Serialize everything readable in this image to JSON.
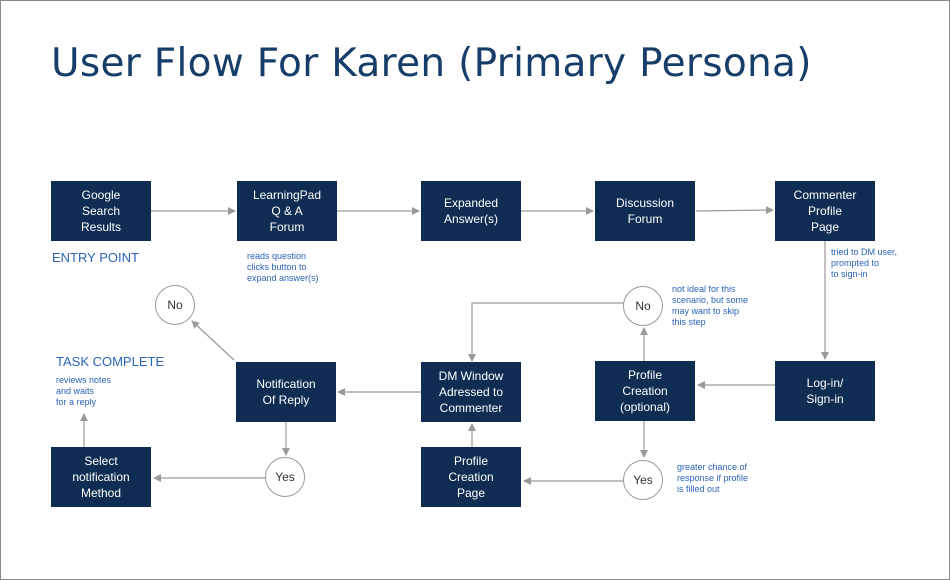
{
  "title": "User Flow For Karen (Primary Persona)",
  "nodes": {
    "google_search": "Google\nSearch\nResults",
    "learningpad_forum": "LearningPad\nQ & A\nForum",
    "expanded_answers": "Expanded\nAnswer(s)",
    "discussion_forum": "Discussion\nForum",
    "commenter_profile": "Commenter\nProfile\nPage",
    "login_signin": "Log-in/\nSign-in",
    "profile_creation_optional": "Profile\nCreation\n(optional)",
    "dm_window": "DM Window\nAdressed to\nCommenter",
    "notification_of_reply": "Notification\nOf Reply",
    "select_notification": "Select\nnotification\nMethod",
    "profile_creation_page": "Profile\nCreation\nPage"
  },
  "decisions": {
    "no_left": "No",
    "no_right": "No",
    "yes_left": "Yes",
    "yes_right": "Yes"
  },
  "markers": {
    "entry_point": "ENTRY POINT",
    "task_complete": "TASK COMPLETE"
  },
  "notes": {
    "reads_question": "reads question\nclicks button to\nexpand answer(s)",
    "tried_dm": "tried to DM user,\nprompted to\nto sign-in",
    "not_ideal": "not ideal for this\nscenario, but some\nmay want to skip\nthis step",
    "greater_chance": "greater chance of\nresponse  if  profile\nis filled out",
    "reviews_notes": "reviews notes\nand waits\nfor a reply"
  }
}
